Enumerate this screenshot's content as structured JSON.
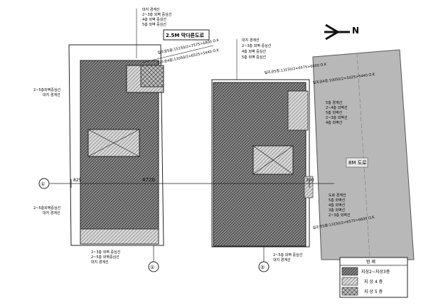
{
  "north_label": "N",
  "road_top": "2.5M 막다른도로",
  "road_right": "8M 도로",
  "dimension_center": "4720",
  "dimension_left_small": "825",
  "dimension_right_small": "300",
  "left_building": {
    "section_label": "①",
    "grid_label": "①",
    "top_notes": [
      "대지 경계선",
      "2~3층 외벽 중심선",
      "4층 외벽 중심선",
      "5층 외벽 중심선"
    ],
    "setback_top_1": "일조권5층:15150/2=7575>6800  O.K",
    "setback_top_2": "일조권4층:13050/2=6525>5440  O.K",
    "side_note_upper": [
      "2~5층외벽중심선",
      "대지 경계선"
    ],
    "side_note_lower": [
      "2~5층외벽중심선",
      "대지 경계선"
    ],
    "bottom_notes": [
      "2~3층 외벽 중심선",
      "2~5층 외벽중심선",
      "대지 경계선"
    ]
  },
  "right_building": {
    "grid_label": "②",
    "top_notes": [
      "대지 경계선",
      "2~3층 외벽 중심선",
      "4층 외벽 중심선",
      "5층 외벽 중심선"
    ],
    "setback_1": "일조권5층:13150/2=6575>6600  O.K",
    "setback_2": "일조권4층:10050/2=5025>5440  O.K",
    "right_notes_1": [
      "5층 경계선",
      "2~4층 외벽선",
      "5층 외벽선",
      "2~3층 외벽선",
      "4층 외벽선"
    ],
    "right_notes_2": [
      "도로 경계선",
      "5층 외벽선",
      "4층 외벽선",
      "3층 외벽선",
      "2~3층 외벽선"
    ],
    "setback_bottom": "일조권5층:13150/2=6575>6600  O.K",
    "bottom_notes": [
      "2~5층 외벽 중심선",
      "대지 경계선"
    ]
  },
  "legend": {
    "title": "범 례",
    "items": [
      "지상2~지상3층",
      "지 상 4 층",
      "지 상 5 층"
    ]
  }
}
